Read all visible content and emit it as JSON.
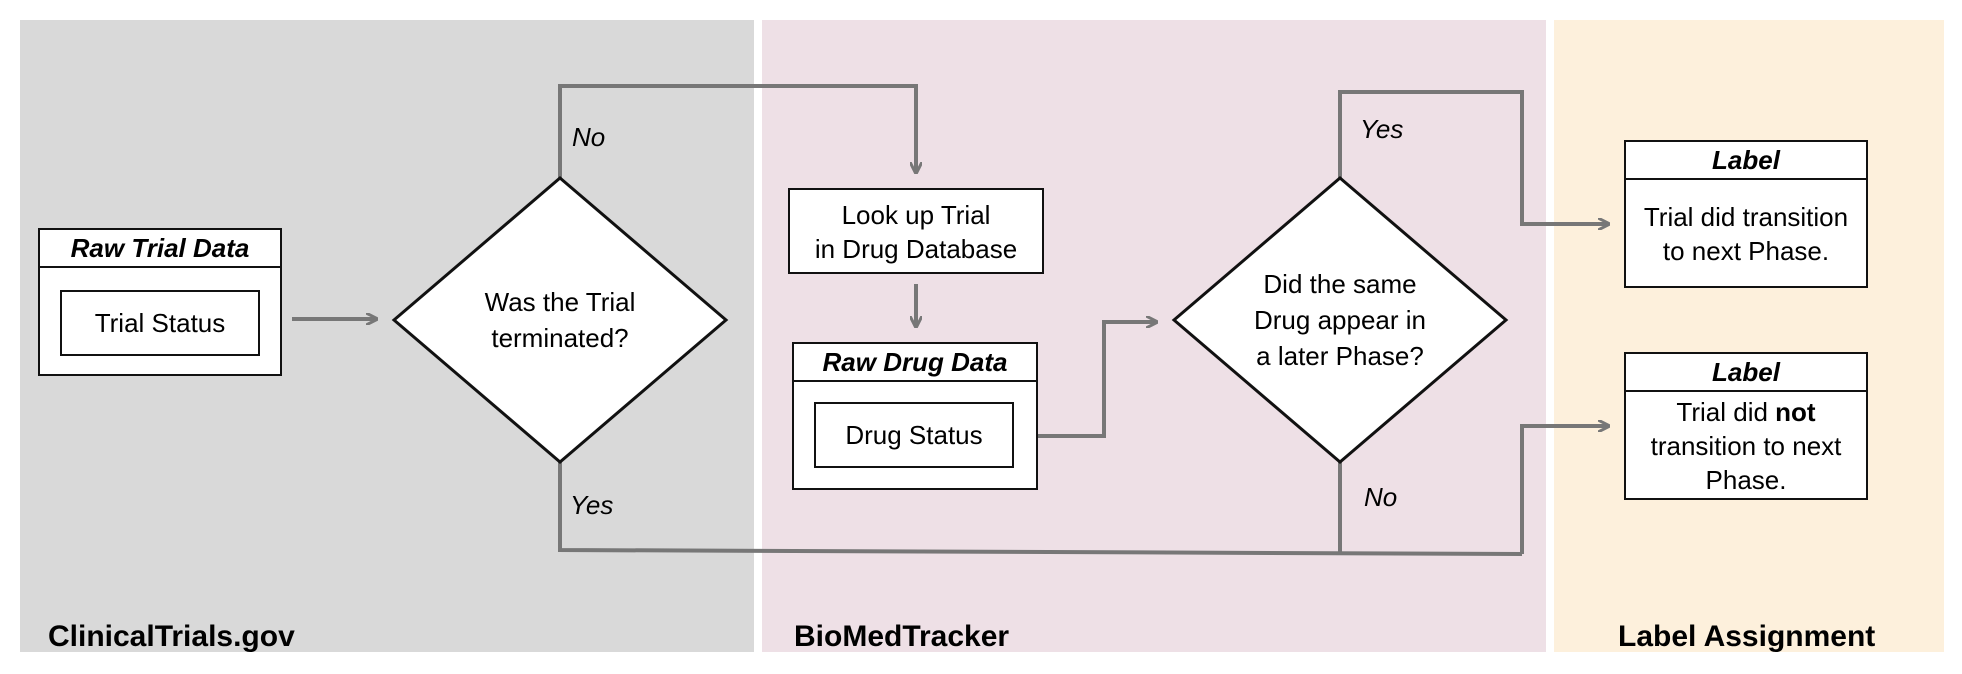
{
  "lanes": {
    "clinicaltrials": "ClinicalTrials.gov",
    "biomedtracker": "BioMedTracker",
    "label_assignment": "Label Assignment"
  },
  "lane_colors": {
    "clinicaltrials": "#d9d9d9",
    "biomedtracker": "#eee0e6",
    "label_assignment": "#fdf0dc"
  },
  "raw_trial": {
    "title": "Raw Trial Data",
    "field": "Trial Status"
  },
  "decision_terminated": {
    "line1": "Was the Trial",
    "line2": "terminated?"
  },
  "lookup": {
    "line1": "Look up Trial",
    "line2": "in Drug Database"
  },
  "raw_drug": {
    "title": "Raw Drug Data",
    "field": "Drug Status"
  },
  "decision_phase": {
    "line1": "Did the same",
    "line2": "Drug appear in",
    "line3": "a later Phase?"
  },
  "label_yes": {
    "title": "Label",
    "line1": "Trial did transition",
    "line2": "to next Phase."
  },
  "label_no": {
    "title": "Label",
    "pre": "Trial did ",
    "bold": "not",
    "line2": "transition to next",
    "line3": "Phase."
  },
  "edges": {
    "terminated_no": "No",
    "terminated_yes": "Yes",
    "phase_yes": "Yes",
    "phase_no": "No"
  }
}
